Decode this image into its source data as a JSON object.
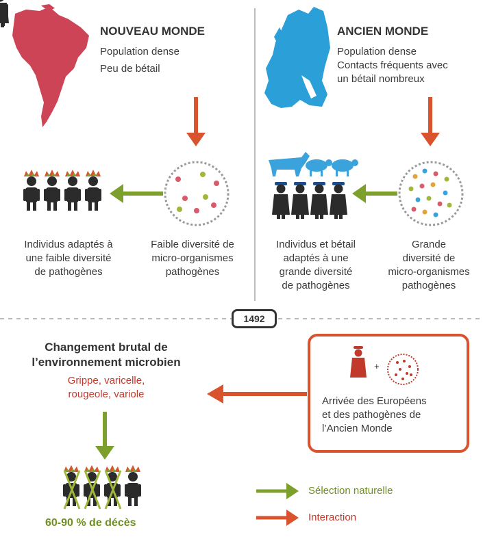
{
  "colors": {
    "red": "#d9532f",
    "green": "#7d9f2b",
    "new_world_map": "#cc4455",
    "old_world_map": "#2a9fd8",
    "cattle": "#3aa3dc",
    "divider": "#bbbbbb"
  },
  "new_world": {
    "title": "NOUVEAU MONDE",
    "lines": [
      "Population dense",
      "Peu de bétail"
    ],
    "people_caption": [
      "Individus adaptés à",
      "une faible diversité",
      "de pathogènes"
    ],
    "microbes_caption": [
      "Faible diversité de",
      "micro-organismes",
      "pathogènes"
    ]
  },
  "old_world": {
    "title": "ANCIEN MONDE",
    "lines": [
      "Population dense",
      "Contacts fréquents avec",
      "un bétail nombreux"
    ],
    "people_caption": [
      "Individus et bétail",
      "adaptés à une",
      "grande diversité",
      "de pathogènes"
    ],
    "microbes_caption": [
      "Grande",
      "diversité de",
      "micro-organismes",
      "pathogènes"
    ]
  },
  "year": "1492",
  "change": {
    "title": [
      "Changement brutal de",
      "l’environnement microbien"
    ],
    "diseases": [
      "Grippe, varicelle,",
      "rougeole, variole"
    ]
  },
  "arrival": {
    "plus": "+",
    "text": [
      "Arrivée des Européens",
      "et des pathogènes de",
      "l’Ancien Monde"
    ]
  },
  "deaths": "60-90 % de décès",
  "legend": {
    "selection": "Sélection naturelle",
    "interaction": "Interaction"
  },
  "icons": [
    "south-america-map-icon",
    "europe-map-icon",
    "indigenous-person-icon",
    "european-person-icon",
    "cow-icon",
    "sheep-icon",
    "petri-dish-icon",
    "arrow-icon"
  ]
}
